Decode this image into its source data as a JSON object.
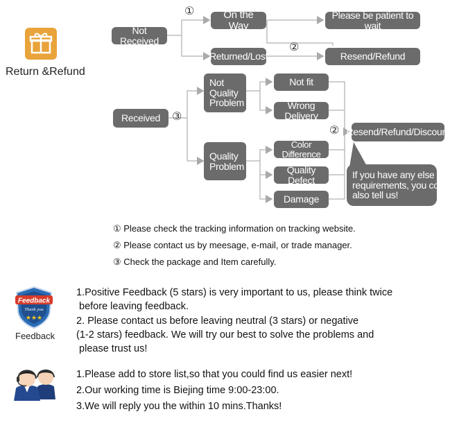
{
  "return_refund": {
    "title": "Return &Refund",
    "icon": "gift-box-icon",
    "accent": "#e8a33a"
  },
  "flow": {
    "not_received": "Not Received",
    "on_the_way": "On the Way",
    "returned_lost": "Returned/Lost",
    "be_patient": "Please be patient to wait",
    "resend_refund": "Resend/Refund",
    "received": "Received",
    "not_quality_problem": "Not\nQuality\nProblem",
    "quality_problem": "Quality\nProblem",
    "not_fit": "Not fit",
    "wrong_delivery": "Wrong Delivery",
    "color_difference": "Color Difference",
    "quality_defect": "Quality Defect",
    "damage": "Damage",
    "resend_refund_discount": "Resend/Refund/Discount",
    "any_else": "If you have any else\nrequirements, you could\nalso tell us!",
    "marker_1": "①",
    "marker_2a": "②",
    "marker_3": "③",
    "marker_2b": "②",
    "box_color": "#6b6b6b"
  },
  "notes": [
    "① Please check the tracking information on tracking website.",
    "② Please contact us by meesage, e-mail, or trade manager.",
    "③ Check the package and Item carefully."
  ],
  "feedback": {
    "badge_text": "Feedback",
    "badge_sub": "Thank you",
    "label": "Feedback",
    "lines": [
      "1.Positive Feedback (5 stars) is very important to us, please think twice",
      " before leaving feedback.",
      "2. Please contact us before leaving neutral (3 stars) or negative",
      "(1-2 stars) feedback. We will try our best to solve the problems and",
      " please trust us!"
    ],
    "icon": "feedback-badge-icon"
  },
  "contact": {
    "icon": "customer-service-agents-icon",
    "lines": [
      "1.Please add to store list,so that you could find us easier next!",
      "2.Our working time is Biejing time 9:00-23:00.",
      "3.We will reply you the within 10 mins.Thanks!"
    ]
  }
}
